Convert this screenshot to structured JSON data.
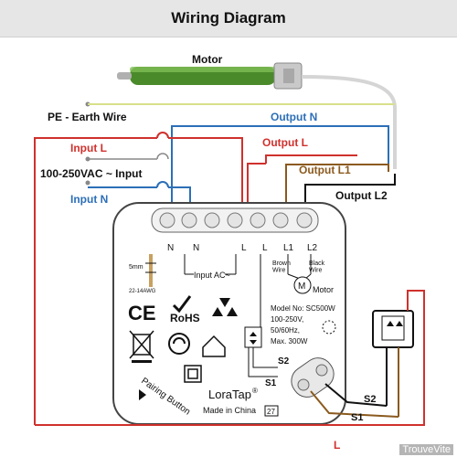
{
  "title": "Wiring Diagram",
  "labels": {
    "motor_top": "Motor",
    "pe": "PE - Earth Wire",
    "output_n": "Output N",
    "input_l": "Input L",
    "output_l": "Output L",
    "supply": "100-250VAC ~ Input",
    "output_l1": "Output L1",
    "input_n": "Input N",
    "output_l2": "Output L2",
    "bottom_l": "L"
  },
  "device": {
    "terminals": [
      "N",
      "N",
      "L",
      "L",
      "L1",
      "L2"
    ],
    "input_ac": "Input  AC~",
    "wire_size": "5mm",
    "awg": "22-14AWG",
    "brown_wire": "Brown\nWire",
    "black_wire": "Black\nWire",
    "motor_symbol": "M",
    "motor_label": "Motor",
    "model": "Model No: SC500W",
    "spec_1": "100-250V,",
    "spec_2": "50/60Hz,",
    "spec_3": "Max. 300W",
    "ce": "CE",
    "rohs": "RoHS",
    "s2": "S2",
    "s1": "S1",
    "pairing_button": "Pairing Button",
    "brand": "LoraTap",
    "brand_reg": "®",
    "made_in": "Made in China",
    "badge": "27"
  },
  "external": {
    "s2": "S2",
    "s1": "S1"
  },
  "watermark": "TrouveVite",
  "colors": {
    "red": "#d0312d",
    "blue": "#2c6fb7",
    "brown": "#8b5a1e",
    "black": "#111111",
    "earth": "#d8e08a",
    "motor_green": "#4a8a2a"
  }
}
